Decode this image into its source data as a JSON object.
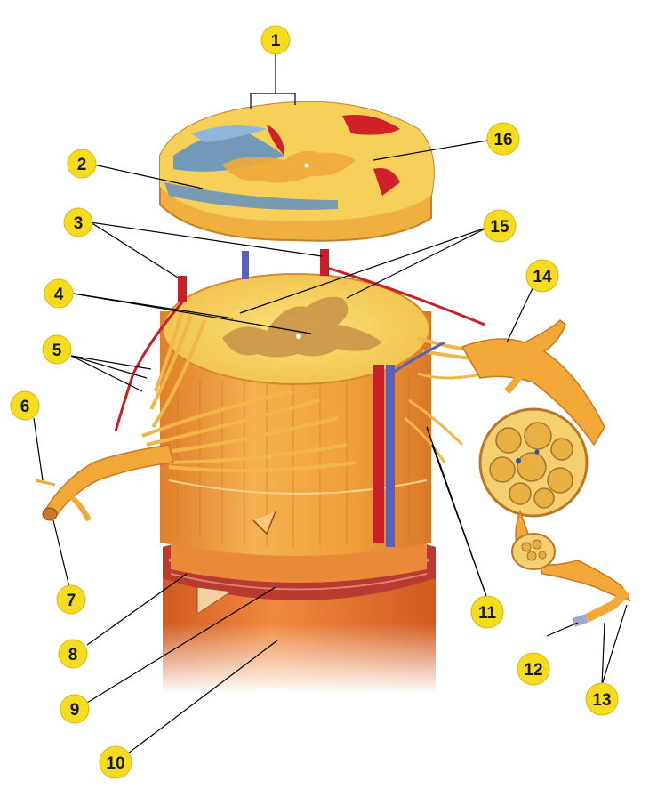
{
  "labels": [
    {
      "id": "l1",
      "text": "1"
    },
    {
      "id": "l2",
      "text": "2"
    },
    {
      "id": "l3",
      "text": "3"
    },
    {
      "id": "l4",
      "text": "4"
    },
    {
      "id": "l5",
      "text": "5"
    },
    {
      "id": "l6",
      "text": "6"
    },
    {
      "id": "l7",
      "text": "7"
    },
    {
      "id": "l8",
      "text": "8"
    },
    {
      "id": "l9",
      "text": "9"
    },
    {
      "id": "l10",
      "text": "10"
    },
    {
      "id": "l11",
      "text": "11"
    },
    {
      "id": "l12",
      "text": "12"
    },
    {
      "id": "l13",
      "text": "13"
    },
    {
      "id": "l14",
      "text": "14"
    },
    {
      "id": "l15",
      "text": "15"
    },
    {
      "id": "l16",
      "text": "16"
    }
  ],
  "colors": {
    "badge": "#f5dc1e",
    "tissue_orange": "#f0a030",
    "tissue_yellow": "#f7d65a",
    "sensory_blue": "#5a8fc8",
    "motor_red": "#d0202a",
    "artery_red": "#c8202a",
    "vein_blue": "#5a5fc0",
    "grey_matter": "#c8903c",
    "nerve_yellow": "#f2b648",
    "leader": "#000000"
  }
}
